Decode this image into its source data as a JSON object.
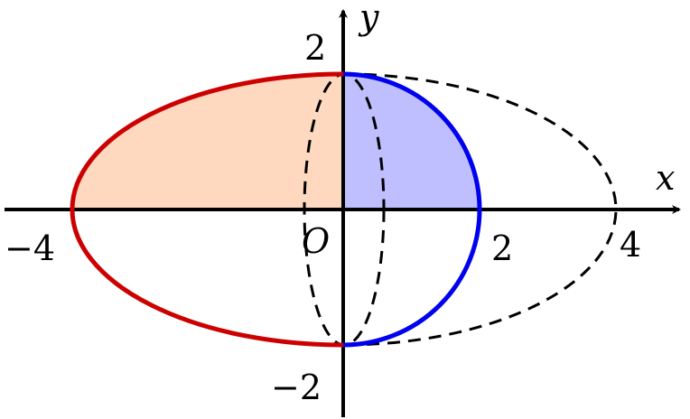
{
  "axes": {
    "x_label": "x",
    "y_label": "y",
    "origin_label": "O",
    "x_ticks": [
      "−4",
      "2",
      "4"
    ],
    "y_ticks": [
      "2",
      "−2"
    ]
  },
  "shapes": {
    "red_half_ellipse": {
      "semi_major": 4,
      "semi_minor": 2,
      "side": "left",
      "color": "#cc0000"
    },
    "blue_half_circle": {
      "radius": 2,
      "side": "right",
      "color": "#0000ee"
    },
    "dashed_half_ellipse": {
      "semi_major": 4,
      "semi_minor": 2,
      "side": "right"
    },
    "dashed_narrow_ellipse": {
      "semi_x": 0.58,
      "semi_y": 2
    },
    "orange_fill": "#ffd9bf",
    "blue_fill": "#bfbfff"
  }
}
